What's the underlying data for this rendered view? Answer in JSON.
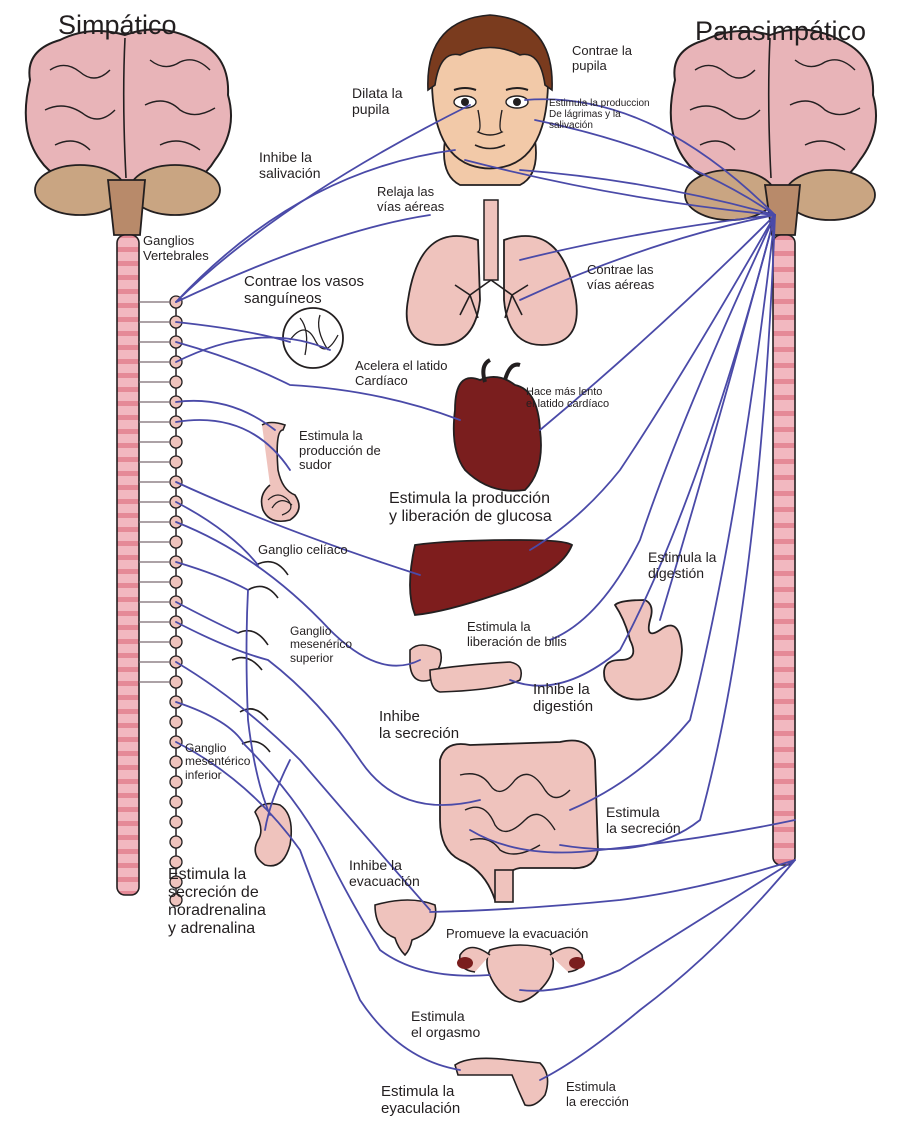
{
  "headings": {
    "sympathetic": "Simpático",
    "parasympathetic": "Parasimpático"
  },
  "labels": {
    "dilate_pupil": "Dilata la\npupila",
    "contract_pupil": "Contrae la\npupila",
    "tears_saliva": "Estimula la produccion\nDe lágrimas y la\nsalivación",
    "inhibit_saliva": "Inhibe la\nsalivación",
    "relax_airways": "Relaja las\nvías aéreas",
    "vertebral_ganglia": "Ganglios\nVertebrales",
    "contract_vessels": "Contrae los vasos\nsanguíneos",
    "contract_airways": "Contrae las\nvías aéreas",
    "accelerate_heart": "Acelera el latido\nCardíaco",
    "slow_heart": "Hace más lento\nel latido cardíaco",
    "sweat": "Estimula la\nproducción de\nsudor",
    "glucose": "Estimula la producción\ny liberación de glucosa",
    "celiac_ganglion": "Ganglio celíaco",
    "stimulate_digestion": "Estimula la\ndigestión",
    "superior_mesenteric": "Ganglio\nmesenérico\nsuperior",
    "bile": "Estimula la\nliberación de bilis",
    "inhibit_digestion": "Inhibe la\ndigestión",
    "inhibit_secretion": "Inhibe\nla secreción",
    "inferior_mesenteric": "Ganglio\nmesentérico\ninferior",
    "stimulate_secretion": "Estimula\nla secreción",
    "adrenaline": "Estimula la\nsecreción de\nnoradrenalina\ny adrenalina",
    "inhibit_evacuation": "Inhibe la\nevacuación",
    "promote_evacuation": "Promueve la evacuación",
    "orgasm": "Estimula\nel orgasmo",
    "ejaculation": "Estimula la\neyaculación",
    "erection": "Estimula\nla erección"
  },
  "colors": {
    "nerve": "#4a4aa8",
    "brain": "#e8b4b8",
    "cerebellum": "#c9a582",
    "organ_pink": "#efc3bd",
    "heart": "#7a1e1e",
    "liver": "#7e1d1d",
    "spine": "#f2b8c0",
    "spine_band": "#e58a97",
    "skin": "#f2c9a8",
    "hair": "#7a3b1e"
  }
}
